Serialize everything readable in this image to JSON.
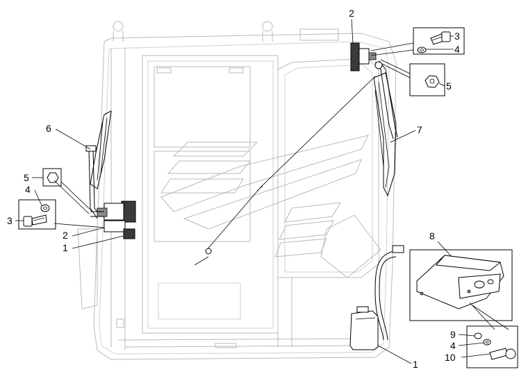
{
  "figure": {
    "callouts": [
      {
        "id": "c2-top",
        "text": "2"
      },
      {
        "id": "c3-top",
        "text": "3"
      },
      {
        "id": "c4-top",
        "text": "4"
      },
      {
        "id": "c5-top",
        "text": "5"
      },
      {
        "id": "c7",
        "text": "7"
      },
      {
        "id": "c6",
        "text": "6"
      },
      {
        "id": "c5-left",
        "text": "5"
      },
      {
        "id": "c4-left",
        "text": "4"
      },
      {
        "id": "c3-left",
        "text": "3"
      },
      {
        "id": "c2-left",
        "text": "2"
      },
      {
        "id": "c1-left",
        "text": "1"
      },
      {
        "id": "c8",
        "text": "8"
      },
      {
        "id": "c9",
        "text": "9"
      },
      {
        "id": "c4-bottom",
        "text": "4"
      },
      {
        "id": "c10",
        "text": "10"
      },
      {
        "id": "c1-bottom",
        "text": "1"
      }
    ]
  }
}
